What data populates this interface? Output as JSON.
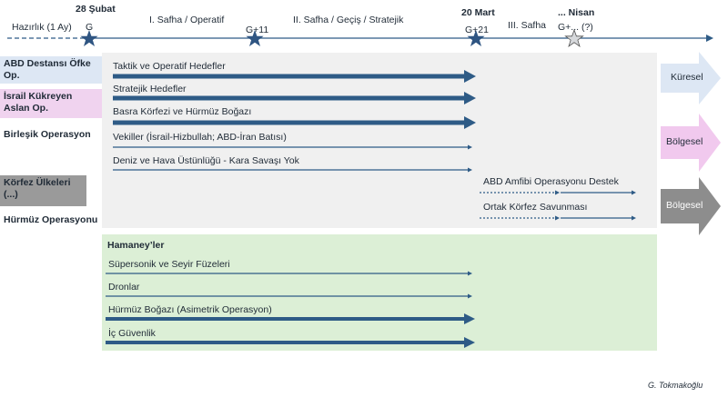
{
  "timeline": {
    "prep": "Hazırlık (1 Ay)",
    "date_start": "28 Şubat",
    "g": "G",
    "phase1": "I. Safha / Operatif",
    "g11": "G+11",
    "phase2": "II. Safha / Geçiş / Stratejik",
    "date_mid": "20 Mart",
    "g21": "G+21",
    "phase3": "III. Safha",
    "date_end": "... Nisan",
    "g_end": "G+... (?)"
  },
  "actors": {
    "abd": "ABD Destansı Öfke Op.",
    "israil": "İsrail Kükreyen Aslan Op.",
    "birlesik": "Birleşik Operasyon",
    "korfez": "Körfez Ülkeleri (...)",
    "hurmuz": "Hürmüz Operasyonu"
  },
  "coalition_lines": {
    "l1": "Taktik ve Operatif Hedefler",
    "l2": "Stratejik Hedefler",
    "l3": "Basra Körfezi ve Hürmüz Boğazı",
    "l4": "Vekiller (İsrail-Hizbullah; ABD-İran Batısı)",
    "l5": "Deniz ve Hava Üstünlüğü - Kara Savaşı Yok",
    "l6": "ABD Amfibi Operasyonu Destek",
    "l7": "Ortak Körfez Savunması"
  },
  "iran": {
    "title": "Hamaney’ler",
    "l1": "Süpersonik ve Seyir Füzeleri",
    "l2": "Dronlar",
    "l3": "Hürmüz Boğazı (Asimetrik Operasyon)",
    "l4": "İç Güvenlik"
  },
  "outcomes": {
    "o1": "Küresel",
    "o2": "Bölgesel",
    "o3": "Bölgesel"
  },
  "author": "G. Tokmakoğlu",
  "colors": {
    "arrow": "#2e5b86",
    "star_dark": "#2f5582",
    "abd_bg": "#dde7f4",
    "israil_bg": "#f0d3ef",
    "korfez_bg": "#9a9a9a",
    "panel_green": "#dcefd6",
    "global_arrow": "#dde7f4",
    "regional_arrow": "#f1c9ee",
    "regional_arrow2": "#8d8d8d"
  }
}
